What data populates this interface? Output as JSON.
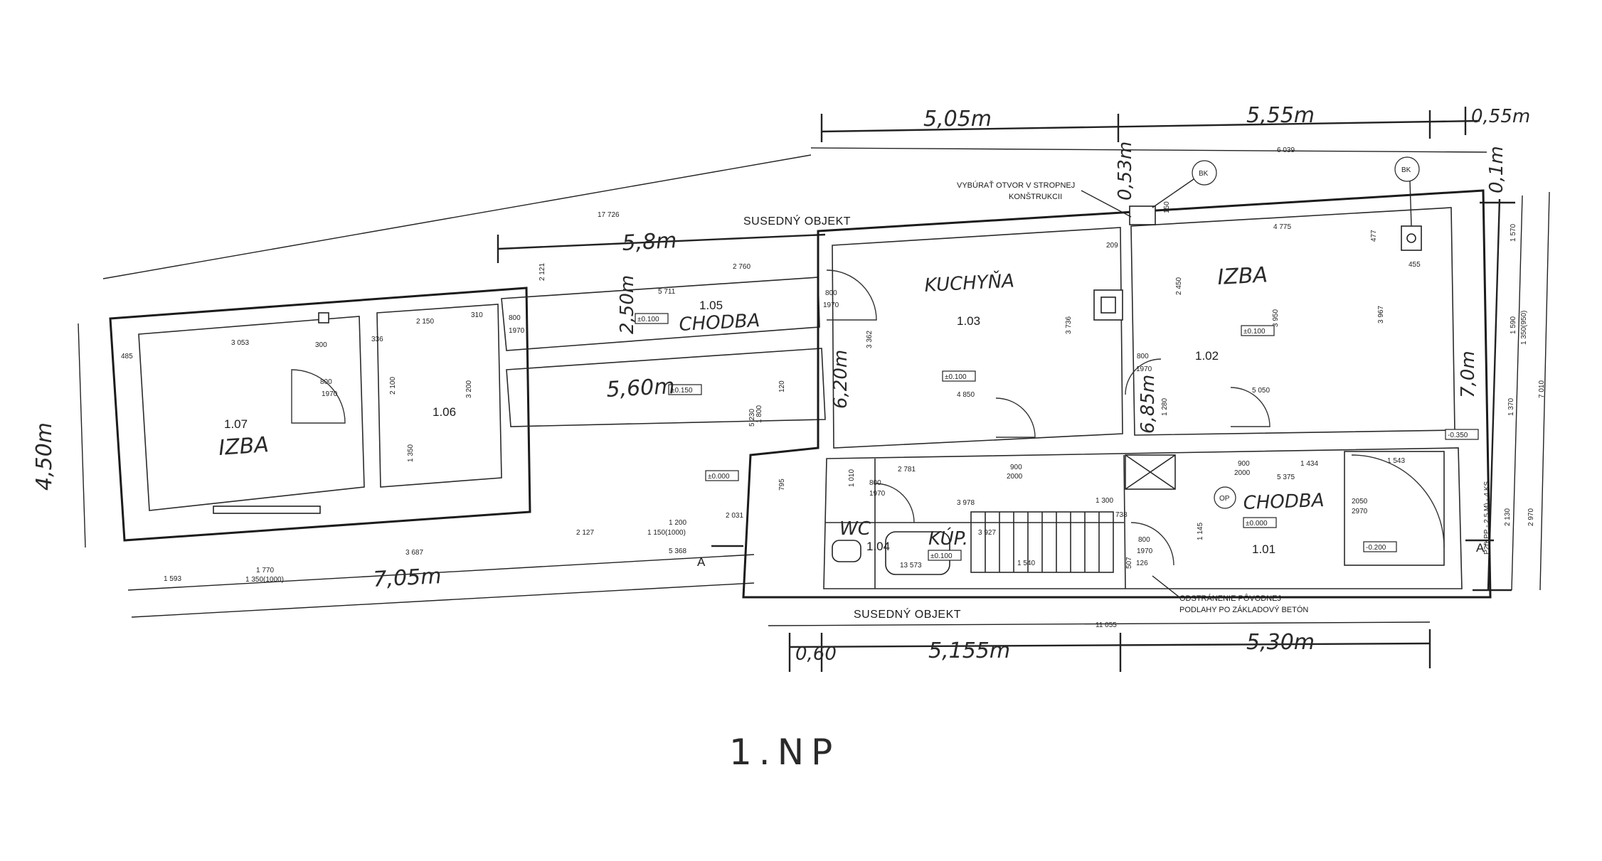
{
  "drawing_title": "1.NP",
  "neighbors": {
    "top": "SUSEDNÝ OBJEKT",
    "bottom": "SUSEDNÝ OBJEKT"
  },
  "notes": {
    "ceiling_opening_1": "VYBÚRAŤ OTVOR V STROPNEJ",
    "ceiling_opening_2": "KONŠTRUKCII",
    "floor_removal_1": "ODSTRÁNENIE PÔVODNEJ",
    "floor_removal_2": "PODLAHY PO ZÁKLADOVÝ BETÓN"
  },
  "symbols": {
    "bk": "BK",
    "op": "OP",
    "section_a": "A",
    "section_a_prime": "A'"
  },
  "rooms": [
    {
      "id": "1.07",
      "name": "IZBA"
    },
    {
      "id": "1.06",
      "name": ""
    },
    {
      "id": "1.05",
      "name": "CHODBA"
    },
    {
      "id": "1.03",
      "name": "KUCHYŇA"
    },
    {
      "id": "1.02",
      "name": "IZBA"
    },
    {
      "id": "1.04",
      "name": "WC"
    },
    {
      "id": "1.01",
      "name": "CHODBA"
    },
    {
      "id": "",
      "name": "KÚP."
    }
  ],
  "levels": [
    "±0.100",
    "±0.150",
    "±0.000",
    "±0.100",
    "±0.100",
    "±0.100",
    "±0.000",
    "-0.350",
    "-0.200"
  ],
  "hand_dims": {
    "top_1": "5,05m",
    "top_2": "5,55m",
    "top_3": "0,55m",
    "upper_left": "5,8m",
    "corridor_left": "5,60m",
    "left_height": "4,50m",
    "bottom_left": "7,05m",
    "bottom_1": "0,60",
    "bottom_2": "5,155m",
    "bottom_3": "5,30m",
    "right_height": "7,0m",
    "right_top": "0,1m",
    "v_mid": "6,20m",
    "v_kitchen": "6,85m",
    "small_top": "0,53m",
    "v_chodba": "2,50m"
  },
  "printed_dims": {
    "d1": "17 726",
    "d2": "6 039",
    "d3": "11 055",
    "d4": "5 368",
    "d5": "3 687",
    "d6": "1 593",
    "d7": "1 770",
    "d8": "1 350(1000)",
    "d9": "2 127",
    "d10": "1 200",
    "d11": "1 150(1000)",
    "d12": "2 031",
    "d13": "2 760",
    "d14": "5 711",
    "d15": "4 850",
    "d16": "5 050",
    "d17": "4 775",
    "d18": "3 053",
    "d19": "2 150",
    "d20": "485",
    "d21": "336",
    "d22": "310",
    "d23": "300",
    "d24": "800",
    "d25": "1970",
    "d26": "2 781",
    "d27": "3 978",
    "d28": "3 927",
    "d29": "1 540",
    "d30": "1 300",
    "d31": "900",
    "d32": "2000",
    "d33": "1 434",
    "d34": "5 375",
    "d35": "1 543",
    "d36": "2050",
    "d37": "2970",
    "d38": "738",
    "d39": "13 573",
    "d40": "3 950",
    "d41": "3 967",
    "d42": "2 450",
    "d43": "3 736",
    "d44": "3 362",
    "d45": "1 280",
    "d46": "1 570",
    "d47": "1 590",
    "d48": "1 350(950)",
    "d49": "1 370",
    "d50": "7 010",
    "d51": "2 130",
    "d52": "2 970",
    "d53": "P2(KPP - 2.5 M) - 4 KS",
    "d54": "455",
    "d55": "477",
    "d56": "209",
    "d57": "150",
    "d58": "1 800",
    "d59": "5 230",
    "d60": "2 121",
    "d61": "1 350",
    "d62": "3 200",
    "d63": "2 100",
    "d64": "1 010",
    "d65": "1 145",
    "d66": "507",
    "d67": "126",
    "d68": "795",
    "d69": "120"
  }
}
